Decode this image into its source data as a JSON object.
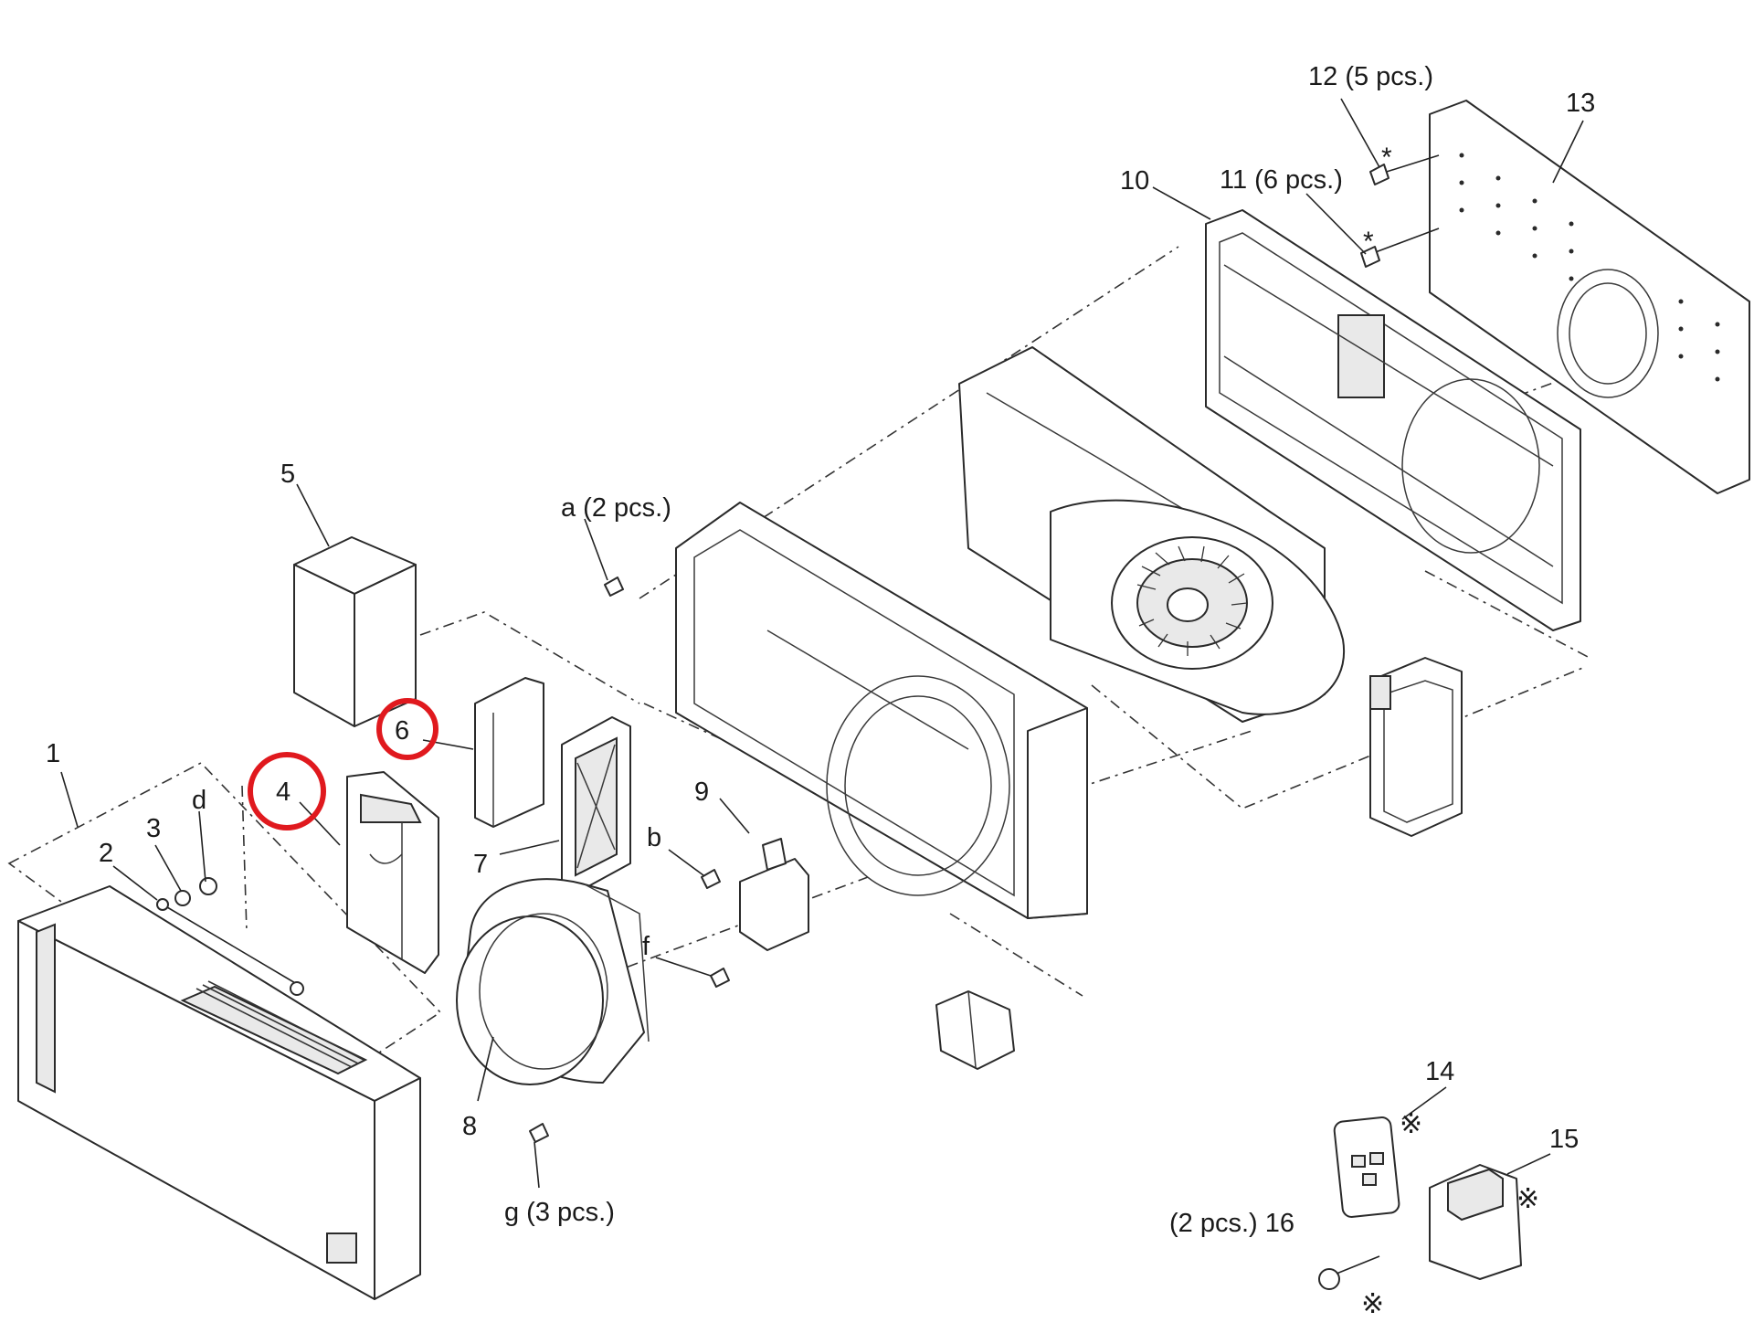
{
  "diagram": {
    "labels": {
      "p1": "1",
      "p2": "2",
      "p3": "3",
      "pd": "d",
      "p4": "4",
      "p5": "5",
      "p6": "6",
      "p7": "7",
      "p8": "8",
      "pg": "g (3 pcs.)",
      "p9": "9",
      "pa": "a (2 pcs.)",
      "pb": "b",
      "pf": "f",
      "p10": "10",
      "p11": "11 (6 pcs.)",
      "p12": "12 (5 pcs.)",
      "p13": "13",
      "p14": "14",
      "p15": "15",
      "p16": "(2 pcs.) 16"
    },
    "marks": {
      "asterisk": "*",
      "reference": "※"
    },
    "highlighted_parts": [
      "4",
      "6"
    ],
    "highlight_color": "#e0191e"
  }
}
